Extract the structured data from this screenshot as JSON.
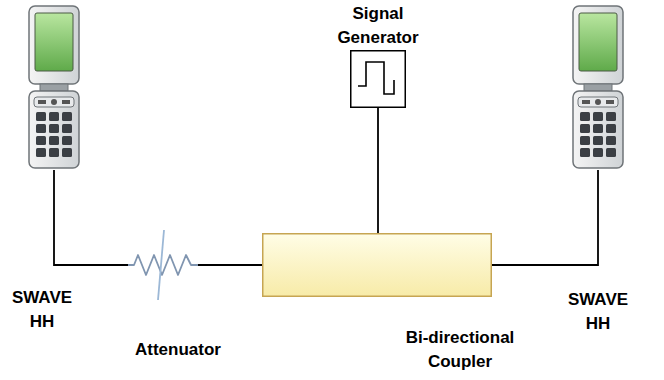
{
  "diagram": {
    "nodes": [
      {
        "text": [
          "SWAVE HH"
        ]
      },
      {
        "text": [
          "Attenuator"
        ]
      },
      {
        "text": [
          "Signal Generator"
        ]
      },
      {
        "text": [
          "Bi-directional Coupler"
        ]
      },
      {
        "text": [
          "SWAVE HH"
        ]
      }
    ],
    "edges": [
      {
        "from": 0,
        "to": 1,
        "arrow": "none"
      },
      {
        "from": 1,
        "to": 3,
        "arrow": "none"
      },
      {
        "from": 2,
        "to": 3,
        "arrow": "none"
      },
      {
        "from": 3,
        "to": 4,
        "arrow": "none"
      }
    ]
  }
}
